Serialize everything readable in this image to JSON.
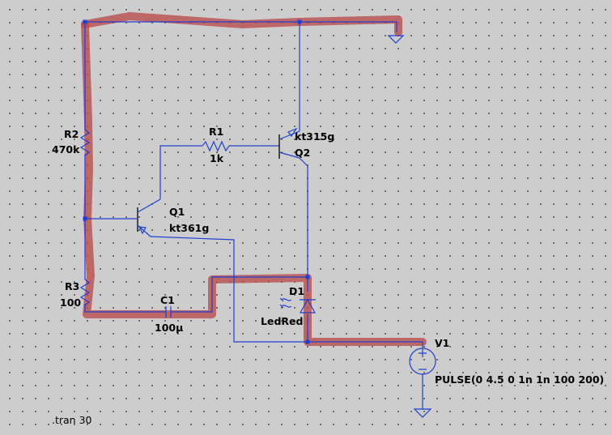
{
  "components": {
    "R1": {
      "ref": "R1",
      "value": "1k"
    },
    "R2": {
      "ref": "R2",
      "value": "470k"
    },
    "R3": {
      "ref": "R3",
      "value": "100"
    },
    "C1": {
      "ref": "C1",
      "value": "100µ"
    },
    "Q1": {
      "ref": "Q1",
      "model": "kt361g"
    },
    "Q2": {
      "ref": "Q2",
      "model": "kt315g"
    },
    "D1": {
      "ref": "D1",
      "model": "LedRed"
    },
    "V1": {
      "ref": "V1",
      "value": "PULSE(0 4.5 0 1n 1n 100 200)"
    }
  },
  "directive": ".tran 30",
  "colors": {
    "wire": "#1f3fd0",
    "highlight": "#b84a4a",
    "background": "#cdcdcd"
  }
}
